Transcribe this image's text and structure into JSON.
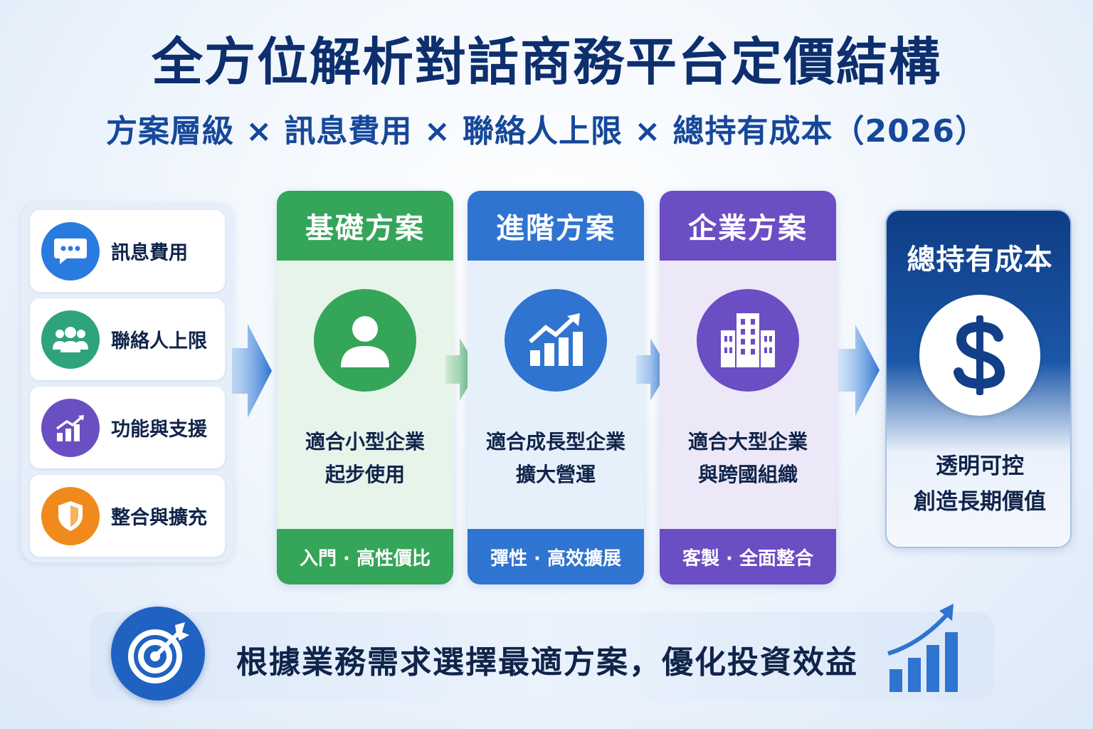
{
  "title": "全方位解析對話商務平台定價結構",
  "subtitle": "方案層級 × 訊息費用 × 聯絡人上限 × 總持有成本（2026）",
  "factors": [
    {
      "label": "訊息費用",
      "icon": "chat-bubble-icon",
      "color": "#2a7be0"
    },
    {
      "label": "聯絡人上限",
      "icon": "people-icon",
      "color": "#2fa37a"
    },
    {
      "label": "功能與支援",
      "icon": "bar-chart-icon",
      "color": "#6a4fc2"
    },
    {
      "label": "整合與擴充",
      "icon": "shield-icon",
      "color": "#f08a1c"
    }
  ],
  "tiers": [
    {
      "name": "基礎方案",
      "desc_line1": "適合小型企業",
      "desc_line2": "起步使用",
      "tagline": "入門 · 高性價比",
      "icon": "user-icon",
      "color": "#35a559",
      "bg": "#e7f4ea"
    },
    {
      "name": "進階方案",
      "desc_line1": "適合成長型企業",
      "desc_line2": "擴大營運",
      "tagline": "彈性 · 高效擴展",
      "icon": "growth-chart-icon",
      "color": "#2f74d0",
      "bg": "#e6f0fb"
    },
    {
      "name": "企業方案",
      "desc_line1": "適合大型企業",
      "desc_line2": "與跨國組織",
      "tagline": "客製 · 全面整合",
      "icon": "building-icon",
      "color": "#6b4dc4",
      "bg": "#ece8f8"
    }
  ],
  "tco": {
    "title": "總持有成本",
    "desc_line1": "透明可控",
    "desc_line2": "創造長期價值",
    "icon": "dollar-icon",
    "color": "#123f88"
  },
  "banner": {
    "text": "根據業務需求選擇最適方案，優化投資效益",
    "icon": "target-icon",
    "deco_icon": "growth-bars-icon"
  }
}
